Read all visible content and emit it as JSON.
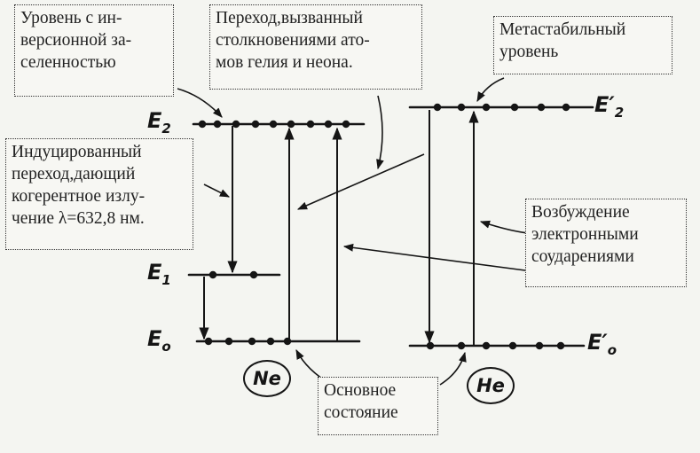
{
  "labels": {
    "inversion": [
      "Уровень с ин-",
      "версионной за-",
      "селенностью"
    ],
    "collision": [
      "Переход,вызванный",
      "столкновениями ато-",
      "мов гелия  и  неона."
    ],
    "metastable": [
      "Метастабильный",
      "уровень"
    ],
    "induced": [
      "Индуцированный",
      "переход,дающий",
      "когерентное излу-",
      "чение λ=632,8 нм."
    ],
    "excitation": [
      "Возбуждение",
      "электронными",
      "соударениями"
    ],
    "ground": [
      "Основное",
      "состояние"
    ]
  },
  "levels": {
    "ne_e2": {
      "base": "E",
      "sub": "2",
      "prime": ""
    },
    "ne_e1": {
      "base": "E",
      "sub": "1",
      "prime": ""
    },
    "ne_e0": {
      "base": "E",
      "sub": "o",
      "prime": ""
    },
    "he_e2": {
      "base": "E",
      "sub": "2",
      "prime": "′"
    },
    "he_e0": {
      "base": "E",
      "sub": "o",
      "prime": "′"
    }
  },
  "atoms": {
    "neon": "Ne",
    "helium": "He"
  }
}
